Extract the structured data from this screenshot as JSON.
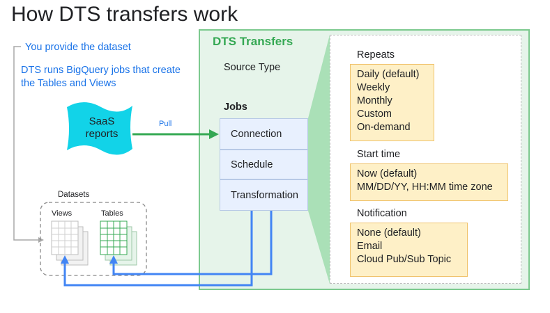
{
  "title": "How DTS transfers work",
  "left_notes": {
    "provide": "You provide the dataset",
    "runs": "DTS runs BigQuery jobs that create the Tables and Views"
  },
  "saas": {
    "label_line1": "SaaS",
    "label_line2": "reports",
    "pull_label": "Pull"
  },
  "datasets": {
    "label": "Datasets",
    "views_label": "Views",
    "tables_label": "Tables"
  },
  "dts": {
    "title": "DTS Transfers",
    "source_type": "Source Type",
    "jobs_title": "Jobs",
    "jobs": [
      "Connection",
      "Schedule",
      "Transformation"
    ]
  },
  "details": {
    "sections": [
      {
        "label": "Repeats",
        "options": [
          "Daily (default)",
          "Weekly",
          "Monthly",
          "Custom",
          "On-demand"
        ]
      },
      {
        "label": "Start time",
        "options": [
          "Now (default)",
          "MM/DD/YY, HH:MM time zone"
        ]
      },
      {
        "label": "Notification",
        "options": [
          "None (default)",
          "Email",
          "Cloud Pub/Sub Topic"
        ]
      }
    ]
  },
  "colors": {
    "green_border": "#7cc98e",
    "green_fill": "#e6f4ea",
    "green_accent": "#34a853",
    "blue_accent": "#1a73e8",
    "arrow_blue": "#4285f4",
    "saas_fill": "#12d3e8",
    "option_fill": "#fef0c7",
    "job_fill": "#e8f0fe"
  }
}
